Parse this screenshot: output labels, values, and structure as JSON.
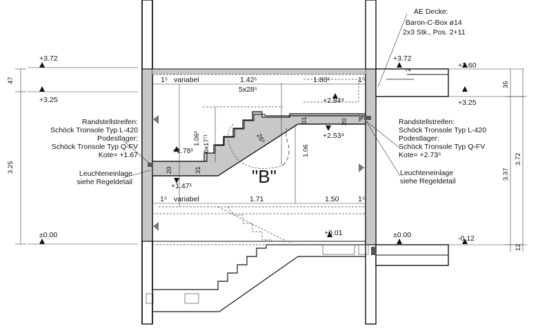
{
  "notes": {
    "ae_decke_title": "AE Decke:",
    "ae_decke_line2": "Baron-C-Box ø14",
    "ae_decke_line3": "2x3 Stk., Pos. 2+11",
    "left_rand_1": "Randstellstreifen:",
    "left_rand_2": "Schöck Tronsole Typ L-420",
    "left_pod_1": "Podestlager:",
    "left_pod_2": "Schöck Tronsole Typ Q-FV",
    "left_kote": "Kote= +1.67",
    "left_leuchte_1": "Leuchteneinlage",
    "left_leuchte_2": "siehe Regeldetail",
    "right_rand_1": "Randstellstreifen:",
    "right_rand_2": "Schöck Tronsole Typ L-420",
    "right_pod_1": "Podestlager:",
    "right_pod_2": "Schöck Tronsole Typ Q-FV",
    "right_kote": "Kote= +2.73⁵",
    "right_leuchte_1": "Leuchteneinlage",
    "right_leuchte_2": "siehe Regeldetail"
  },
  "section_label": "\"B\"",
  "levels": {
    "left_top": "+3.72",
    "left_325": "+3.25",
    "left_000": "±0.00",
    "right_372": "+3.72",
    "right_360": "+3.60",
    "right_325": "+3.25",
    "right_000": "±0.00",
    "right_neg": "-0.12",
    "landing_178": "+1.78¹",
    "landing_147": "+1.47¹",
    "landing_284": "+2.84⁴",
    "landing_253": "+2.53⁴",
    "floor_001": "+0.01"
  },
  "dims": {
    "top_1_5": "1⁵",
    "top_variabel": "variabel",
    "top_142": "1.42⁵",
    "top_5x28": "5x28⁵",
    "top_180": "1.80⁵",
    "top_right_1_5": "1⁵",
    "bot_1_5": "1⁵",
    "bot_variabel": "variabel",
    "bot_171": "1.71",
    "bot_150": "1.50",
    "bot_right_1_5": "1⁵",
    "v_106a": "1.06³",
    "v_6x17": "6x17⁷¹",
    "v_106b": "1.06",
    "diag_265": "26⁵",
    "w_20a": "20",
    "w_31a": "31",
    "w_31b": "31",
    "w_20b": "20",
    "left_47": "47",
    "left_325": "3.25",
    "right_35": "35",
    "right_337": "3.37",
    "right_372": "3.72",
    "right_12": "12",
    "top_small_2": "2"
  }
}
